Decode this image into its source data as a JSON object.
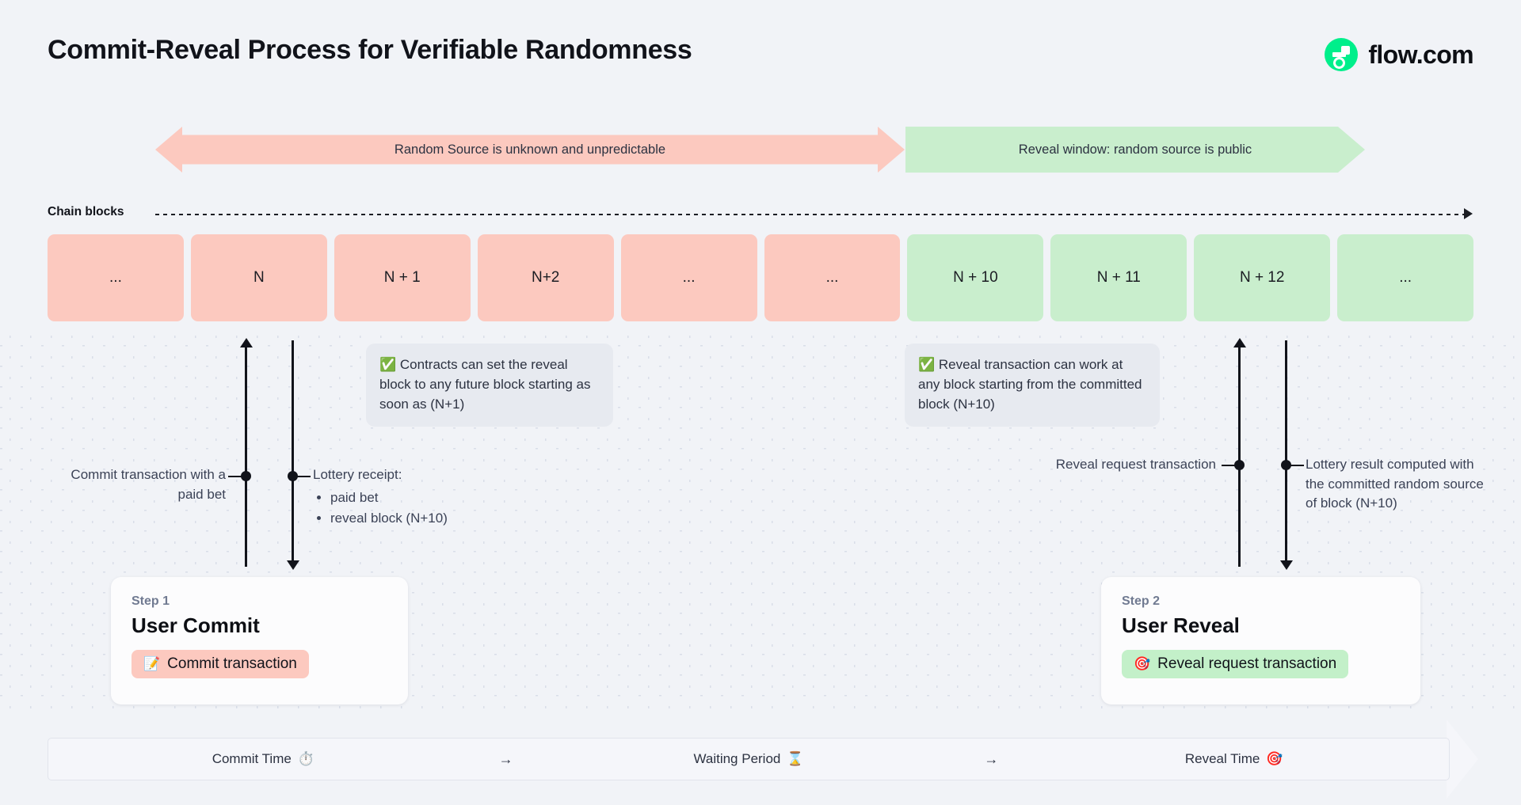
{
  "header": {
    "title": "Commit-Reveal Process for Verifiable Randomness",
    "brand_name": "flow.com",
    "brand_icon": "flow-logo-icon",
    "brand_color": "#00ef8b"
  },
  "banners": {
    "unknown": "Random Source is unknown and unpredictable",
    "reveal": "Reveal window: random source is public",
    "unknown_color": "#fcc9bf",
    "reveal_color": "#c9eecd"
  },
  "chain": {
    "label": "Chain blocks",
    "blocks": [
      {
        "label": "...",
        "state": "pink"
      },
      {
        "label": "N",
        "state": "pink"
      },
      {
        "label": "N + 1",
        "state": "pink"
      },
      {
        "label": "N+2",
        "state": "pink"
      },
      {
        "label": "...",
        "state": "pink"
      },
      {
        "label": "...",
        "state": "pink"
      },
      {
        "label": "N + 10",
        "state": "green"
      },
      {
        "label": "N + 11",
        "state": "green"
      },
      {
        "label": "N + 12",
        "state": "green"
      },
      {
        "label": "...",
        "state": "green"
      }
    ]
  },
  "notes": {
    "commit_note": "✅ Contracts can set the reveal block to any future block starting as soon as (N+1)",
    "reveal_note": "✅ Reveal transaction can work at any block starting from the committed block (N+10)"
  },
  "annotations": {
    "commit_tx": "Commit transaction with a paid bet",
    "receipt_title": "Lottery receipt:",
    "receipt_items": [
      "paid bet",
      "reveal block (N+10)"
    ],
    "reveal_request": "Reveal request transaction",
    "lottery_result": "Lottery result computed with the committed random source of block (N+10)"
  },
  "steps": [
    {
      "eyebrow": "Step 1",
      "title": "User Commit",
      "pill_emoji": "📝",
      "pill_label": "Commit transaction",
      "pill_color": "#fcc9bf"
    },
    {
      "eyebrow": "Step 2",
      "title": "User Reveal",
      "pill_emoji": "🎯",
      "pill_label": "Reveal request transaction",
      "pill_color": "#c3f0c9"
    }
  ],
  "phase_bar": {
    "commit": "Commit Time",
    "commit_emoji": "⏱️",
    "waiting": "Waiting Period",
    "waiting_emoji": "⌛",
    "reveal": "Reveal Time",
    "reveal_emoji": "🎯",
    "separator": "→"
  }
}
